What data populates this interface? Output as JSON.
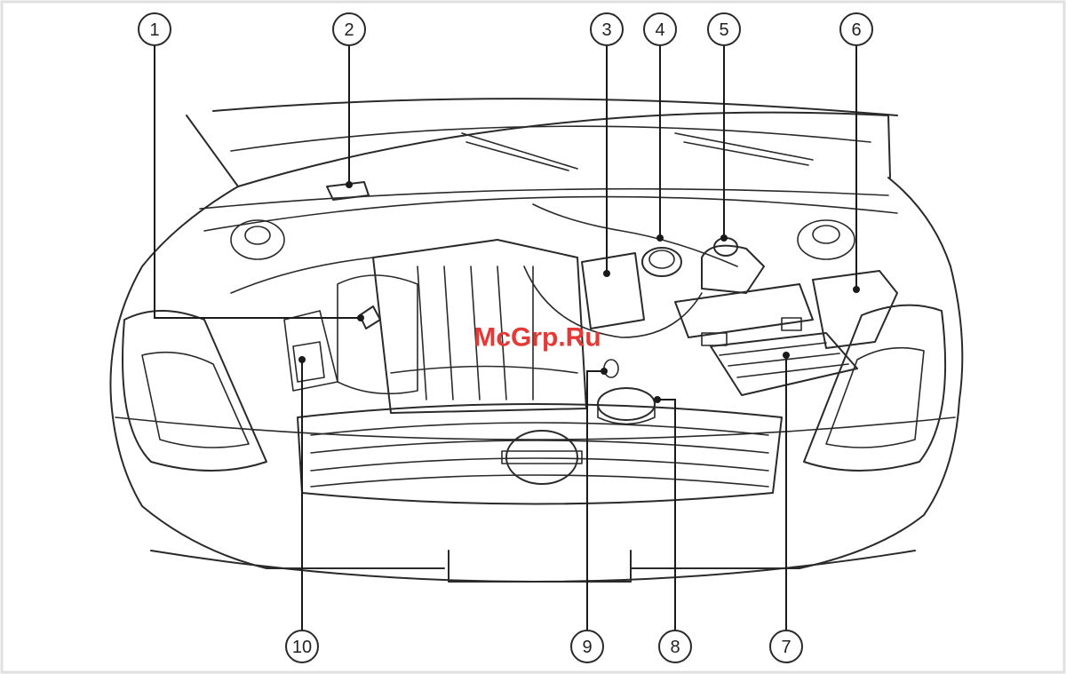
{
  "diagram": {
    "callouts": [
      "1",
      "2",
      "3",
      "4",
      "5",
      "6",
      "7",
      "8",
      "9",
      "10"
    ]
  },
  "watermark": {
    "text": "McGrp.Ru",
    "color": "#e53935"
  },
  "colors": {
    "line": "#2a2a2a",
    "background": "#ffffff",
    "border": "#e0e0e0"
  }
}
